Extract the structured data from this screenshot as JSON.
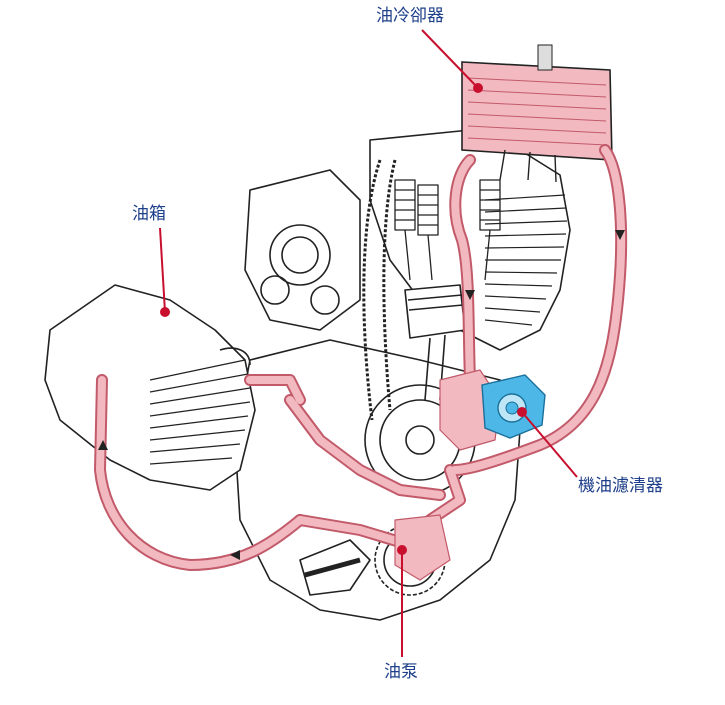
{
  "labels": {
    "oil_cooler": "油冷卻器",
    "oil_tank": "油箱",
    "oil_filter": "機油濾清器",
    "oil_pump": "油泵"
  },
  "colors": {
    "oil_line": "#f2b9c0",
    "oil_line_stroke": "#c25a6a",
    "leader": "#c8102e",
    "filter": "#4db8e8",
    "label_text": "#1e3f8a",
    "engine_line": "#222222"
  },
  "icons": [
    "oil-flow-arrow-icon"
  ]
}
